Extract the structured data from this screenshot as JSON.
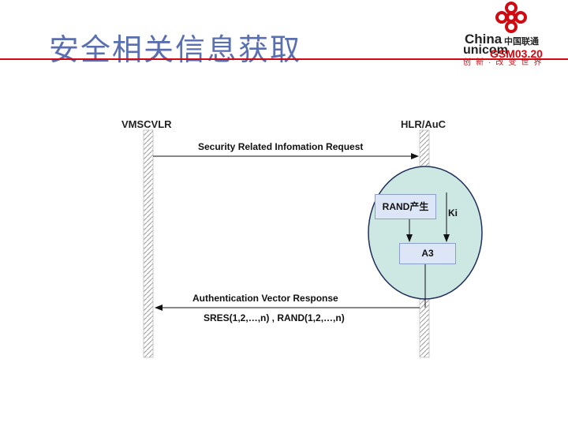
{
  "slide": {
    "title": "安全相关信息获取"
  },
  "logo": {
    "china": "China",
    "cn": "中国联通",
    "unicom": "unicom",
    "code": "GSM03.20",
    "slogan": "创新·改变世界",
    "brand_color": "#d10a11"
  },
  "entities": {
    "left": "VMSCVLR",
    "right": "HLR/AuC"
  },
  "messages": {
    "request": "Security Related Infomation Request",
    "response": "Authentication Vector Response",
    "response_params": "SRES(1,2,…,n) , RAND(1,2,…,n)"
  },
  "auc": {
    "rand_box": "RAND产生",
    "ki": "Ki",
    "a3_box": "A3"
  }
}
